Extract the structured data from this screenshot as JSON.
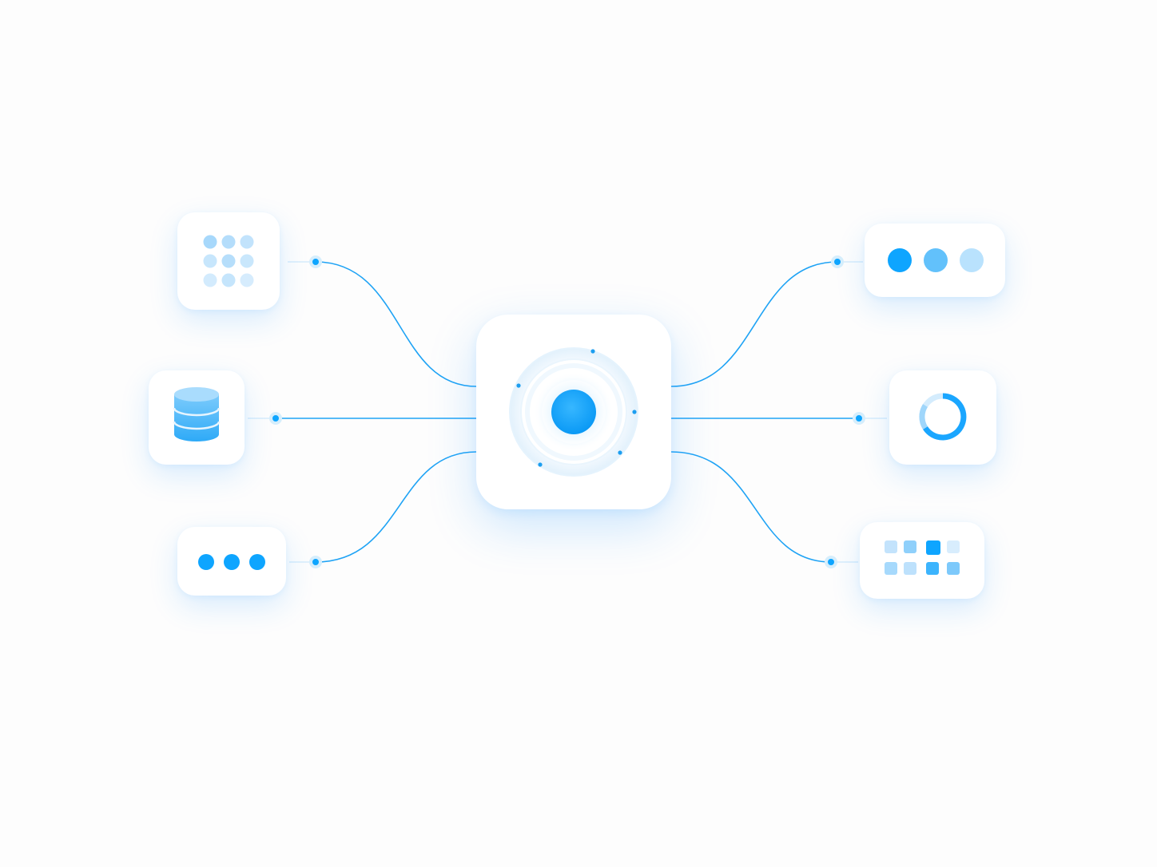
{
  "colors": {
    "accent": "#0ea5ff",
    "accent_mid": "#62c1fb",
    "accent_light": "#b9e2fd",
    "line": "#1fa3f5",
    "card": "#ffffff",
    "background": "#fdfdfd"
  },
  "hub": {
    "icon": "target-icon"
  },
  "nodes": [
    {
      "id": "grid",
      "side": "left",
      "icon": "dot-grid-icon"
    },
    {
      "id": "database",
      "side": "left",
      "icon": "database-icon"
    },
    {
      "id": "dots-left",
      "side": "left",
      "icon": "more-horizontal-icon"
    },
    {
      "id": "dots-right",
      "side": "right",
      "icon": "more-horizontal-icon"
    },
    {
      "id": "ring",
      "side": "right",
      "icon": "progress-ring-icon"
    },
    {
      "id": "blocks",
      "side": "right",
      "icon": "block-grid-icon"
    }
  ]
}
